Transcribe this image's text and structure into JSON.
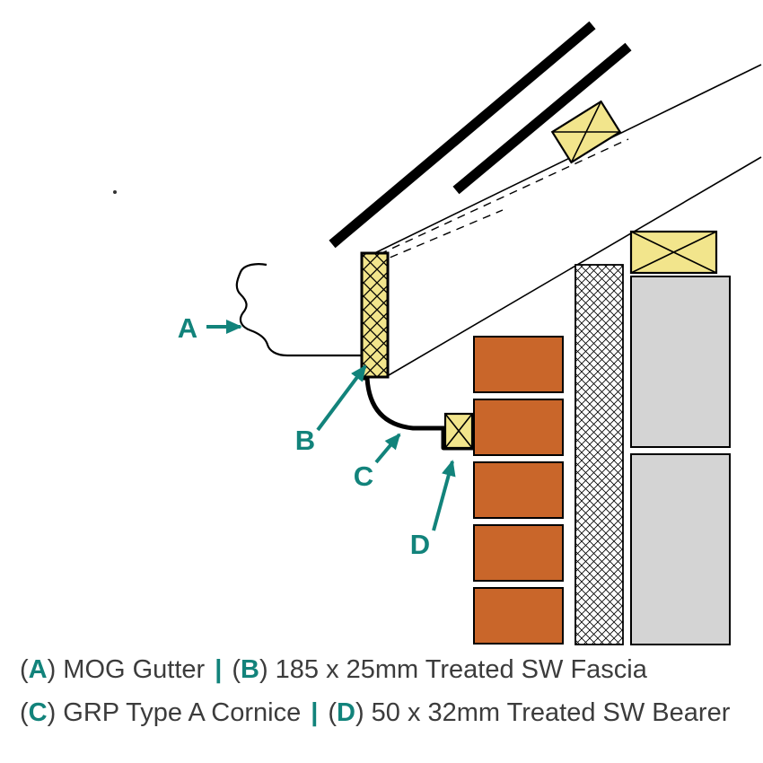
{
  "colors": {
    "teal": "#12837B",
    "brick": "#C9662A",
    "timber_yellow": "#F2E58C",
    "block_gray": "#D4D4D4",
    "line_black": "#000000",
    "caption_text": "#3C3C3C"
  },
  "diagram": {
    "callouts": [
      {
        "letter": "A"
      },
      {
        "letter": "B"
      },
      {
        "letter": "C"
      },
      {
        "letter": "D"
      }
    ]
  },
  "caption": {
    "open_paren": "(",
    "close_paren": ")",
    "separator": "|",
    "lines": [
      {
        "items": [
          {
            "letter": "A",
            "text": "MOG Gutter"
          },
          {
            "letter": "B",
            "text": "185 x 25mm Treated SW Fascia"
          }
        ]
      },
      {
        "items": [
          {
            "letter": "C",
            "text": "GRP Type A Cornice"
          },
          {
            "letter": "D",
            "text": "50 x 32mm Treated SW Bearer"
          }
        ]
      }
    ]
  }
}
